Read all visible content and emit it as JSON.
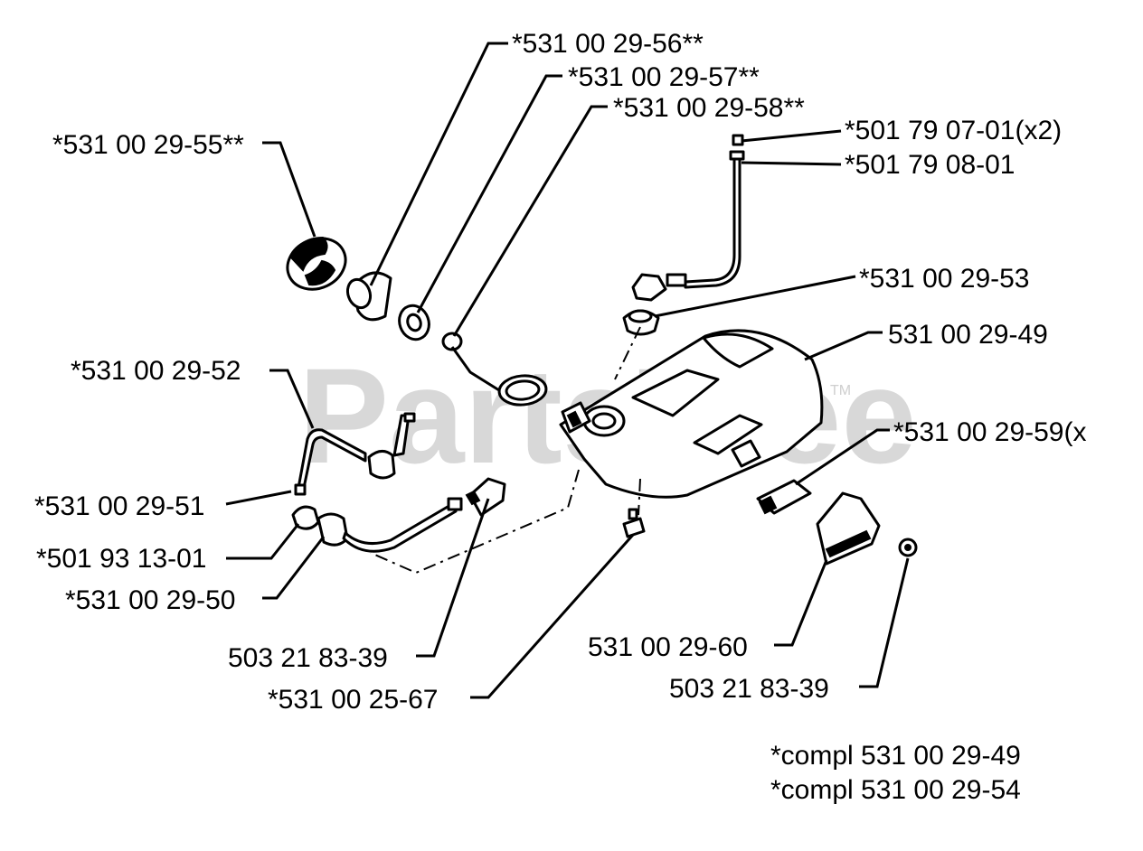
{
  "watermark": {
    "text": "PartsTree",
    "trademark": "TM"
  },
  "labels": {
    "p5556": "*531 00 29-56**",
    "p5557": "*531 00 29-57**",
    "p5558": "*531 00 29-58**",
    "p5555": "*531 00 29-55**",
    "p790701": "*501 79 07-01(x2)",
    "p790801": "*501 79 08-01",
    "p5553": "*531 00 29-53",
    "p5549": "531 00 29-49",
    "p5552": "*531 00 29-52",
    "p5559": "*531 00 29-59(x",
    "p5551": "*531 00 29-51",
    "p931301": "*501 93 13-01",
    "p5550": "*531 00 29-50",
    "p218339a": "503 21 83-39",
    "p2567": "*531 00 25-67",
    "p5560": "531 00 29-60",
    "p218339b": "503 21 83-39"
  },
  "notes": {
    "compl1": "*compl 531 00 29-49",
    "compl2": "*compl 531 00 29-54"
  }
}
